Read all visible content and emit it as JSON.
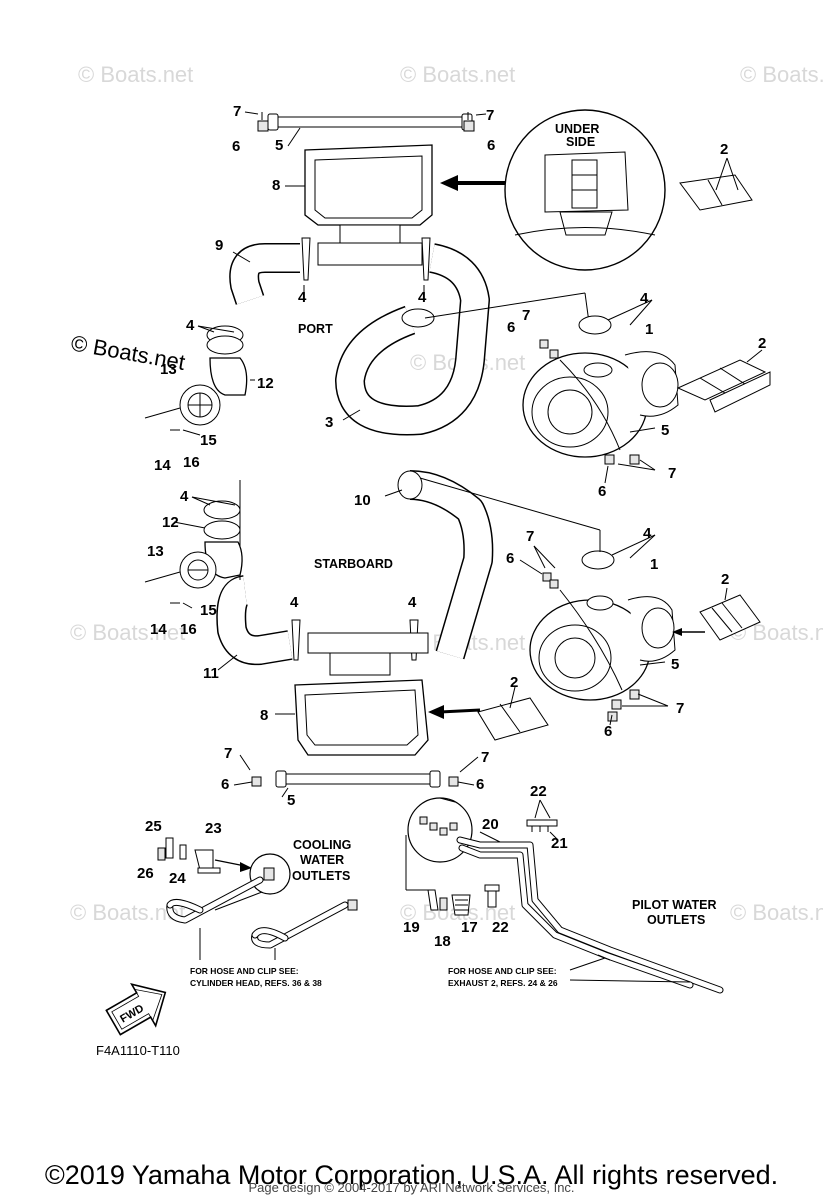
{
  "watermark": "© Boats.net",
  "watermark_large": "© Boats.net",
  "labels": {
    "under_side": "UNDER SIDE",
    "port": "PORT",
    "starboard": "STARBOARD",
    "cooling_water_outlets": [
      "COOLING",
      "WATER",
      "OUTLETS"
    ],
    "pilot_water_outlets": [
      "PILOT WATER",
      "OUTLETS"
    ],
    "note_left": [
      "FOR HOSE AND CLIP SEE:",
      "CYLINDER HEAD, REFS. 36 & 38"
    ],
    "note_right": [
      "FOR HOSE AND CLIP SEE:",
      "EXHAUST 2, REFS. 24 & 26"
    ],
    "fwd": "FWD",
    "diagram_code": "F4A1110-T110"
  },
  "callouts": {
    "c7a": "7",
    "c6a": "6",
    "c5a": "5",
    "c7b": "7",
    "c6b": "6",
    "c8a": "8",
    "c2a": "2",
    "c9": "9",
    "c4a": "4",
    "c4b": "4",
    "c4c": "4",
    "c4d": "4",
    "c1a": "1",
    "c7c": "7",
    "c6c": "6",
    "c2b": "2",
    "c13a": "13",
    "c12a": "12",
    "c3": "3",
    "c15a": "15",
    "c14a": "14",
    "c16a": "16",
    "c5b": "5",
    "c7d": "7",
    "c6d": "6",
    "c4e": "4",
    "c10": "10",
    "c12b": "12",
    "c13b": "13",
    "c4f": "4",
    "c7e": "7",
    "c6e": "6",
    "c1b": "1",
    "c2c": "2",
    "c15b": "15",
    "c14b": "14",
    "c16b": "16",
    "c4g": "4",
    "c4h": "4",
    "c11": "11",
    "c5c": "5",
    "c7f": "7",
    "c6f": "6",
    "c8b": "8",
    "c2d": "2",
    "c7g": "7",
    "c6g": "6",
    "c5d": "5",
    "c7h": "7",
    "c6h": "6",
    "c25": "25",
    "c23": "23",
    "c26": "26",
    "c24": "24",
    "c22a": "22",
    "c20": "20",
    "c21": "21",
    "c19": "19",
    "c18": "18",
    "c17": "17",
    "c22b": "22"
  },
  "footer": {
    "copyright": "©2019 Yamaha Motor Corporation, U.S.A. All rights reserved.",
    "page_design": "Page design © 2004-2017 by ARI Network Services, Inc."
  }
}
